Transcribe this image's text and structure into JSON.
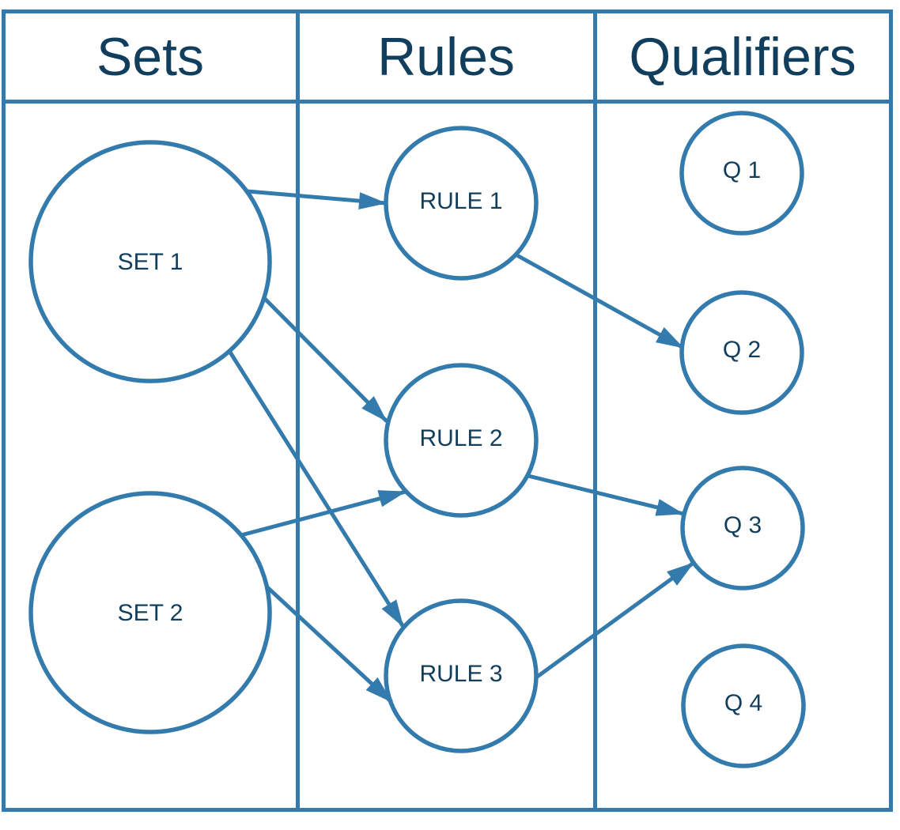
{
  "diagram": {
    "title": "Sets Rules Qualifiers mapping diagram",
    "colors": {
      "stroke_blue": "#337aad",
      "text_navy": "#113e5c",
      "background": "#ffffff"
    },
    "columns": [
      {
        "id": "sets",
        "label": "Sets"
      },
      {
        "id": "rules",
        "label": "Rules"
      },
      {
        "id": "qualifiers",
        "label": "Qualifiers"
      }
    ],
    "nodes": {
      "set1": {
        "label": "SET 1",
        "column": "sets"
      },
      "set2": {
        "label": "SET 2",
        "column": "sets"
      },
      "rule1": {
        "label": "RULE 1",
        "column": "rules"
      },
      "rule2": {
        "label": "RULE 2",
        "column": "rules"
      },
      "rule3": {
        "label": "RULE 3",
        "column": "rules"
      },
      "q1": {
        "label": "Q 1",
        "column": "qualifiers"
      },
      "q2": {
        "label": "Q 2",
        "column": "qualifiers"
      },
      "q3": {
        "label": "Q 3",
        "column": "qualifiers"
      },
      "q4": {
        "label": "Q 4",
        "column": "qualifiers"
      }
    },
    "edges": [
      {
        "from": "SET 1",
        "to": "RULE 1"
      },
      {
        "from": "SET 1",
        "to": "RULE 2"
      },
      {
        "from": "SET 1",
        "to": "RULE 3"
      },
      {
        "from": "SET 2",
        "to": "RULE 2"
      },
      {
        "from": "SET 2",
        "to": "RULE 3"
      },
      {
        "from": "RULE 1",
        "to": "Q 2"
      },
      {
        "from": "RULE 2",
        "to": "Q 3"
      },
      {
        "from": "RULE 3",
        "to": "Q 3"
      }
    ]
  }
}
